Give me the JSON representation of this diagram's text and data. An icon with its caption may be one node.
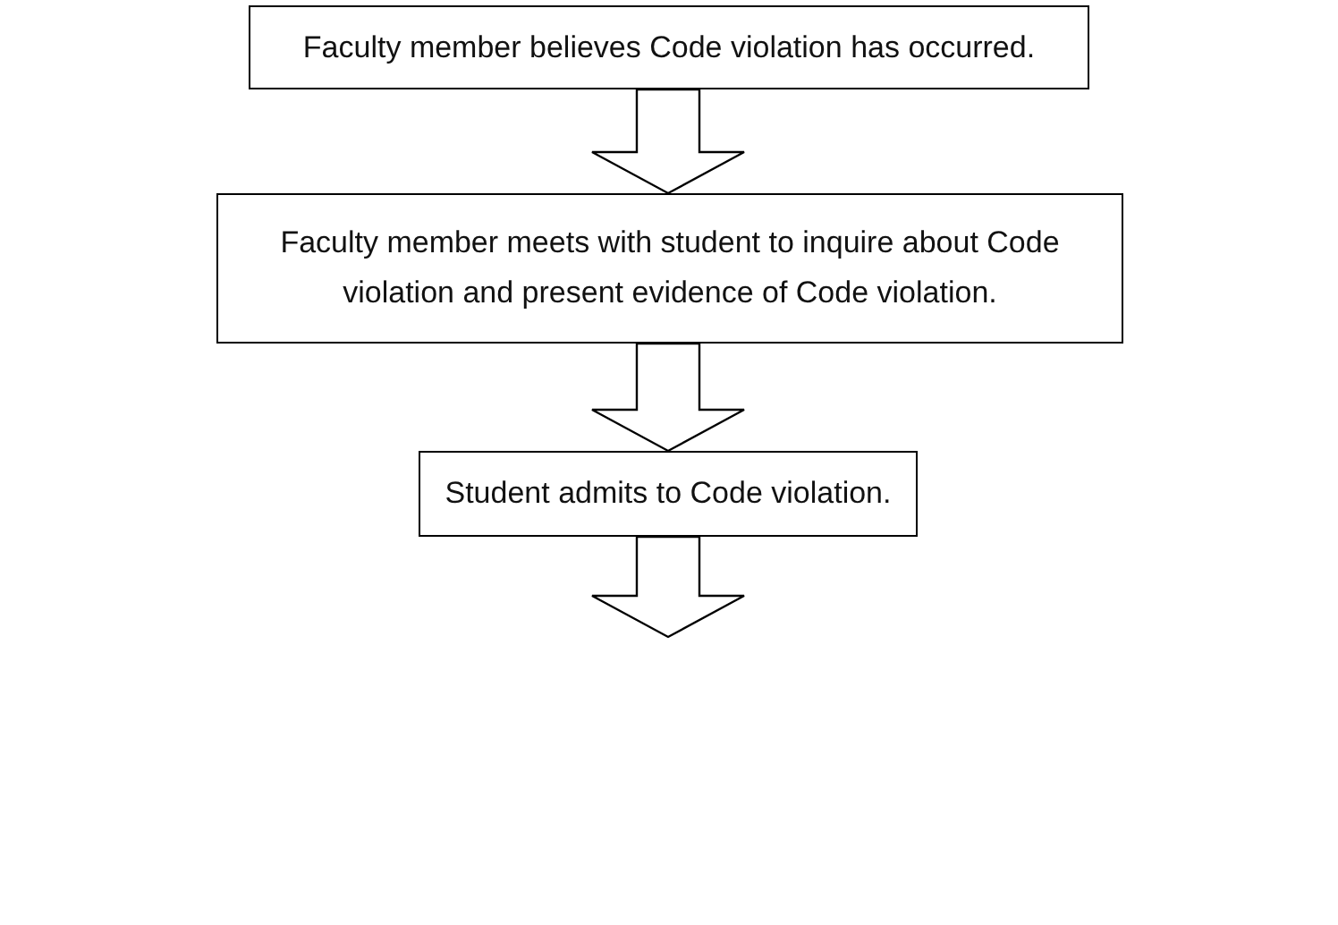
{
  "diagram": {
    "nodes": [
      {
        "text": [
          "Faculty member believes Code violation has occurred."
        ]
      },
      {
        "text": [
          "Faculty member meets with student to inquire about Code violation and present evidence of Code violation."
        ]
      },
      {
        "text": [
          "Student admits to Code violation."
        ]
      }
    ],
    "edges": [
      {
        "from": 0,
        "to": 1,
        "arrow": "to"
      },
      {
        "from": 1,
        "to": 2,
        "arrow": "to"
      },
      {
        "from": 2,
        "to": null,
        "arrow": "to"
      }
    ]
  }
}
